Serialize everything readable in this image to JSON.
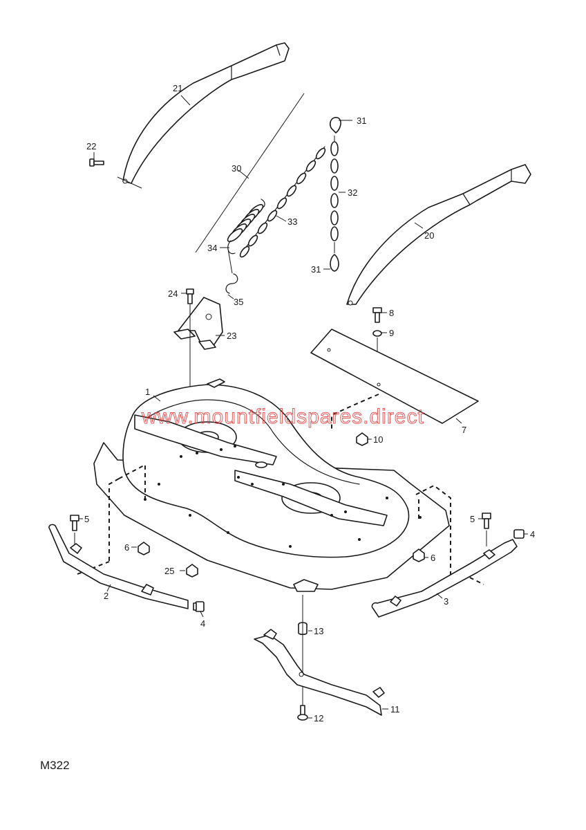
{
  "diagram_code": "M322",
  "watermark": "www.mountfieldspares.direct",
  "callouts": [
    "1",
    "2",
    "3",
    "4",
    "4",
    "5",
    "5",
    "6",
    "6",
    "7",
    "8",
    "9",
    "10",
    "11",
    "12",
    "13",
    "20",
    "21",
    "22",
    "23",
    "24",
    "25",
    "30",
    "31",
    "31",
    "32",
    "33",
    "34",
    "35"
  ],
  "colors": {
    "line": "#1a1a1a",
    "watermark": "#e13b3b",
    "background": "#ffffff"
  }
}
